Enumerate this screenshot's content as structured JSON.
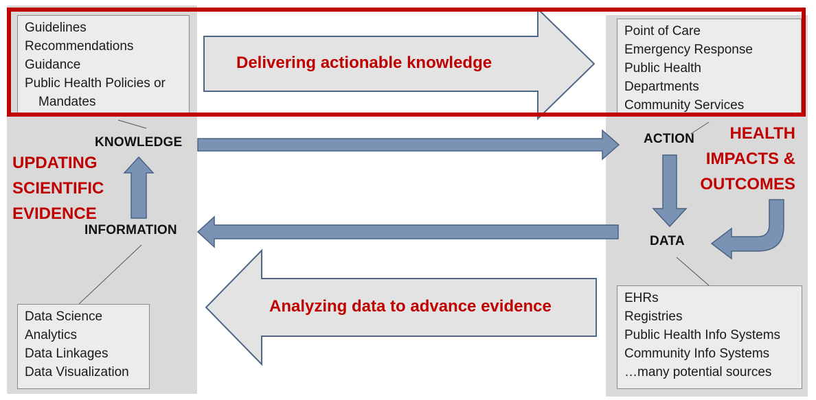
{
  "knowledge_sources": {
    "items": [
      "Guidelines",
      "Recommendations",
      "Guidance",
      "Public Health Policies or"
    ],
    "continuation": "Mandates"
  },
  "action_settings": {
    "items": [
      "Point of Care",
      "Emergency Response",
      "Public Health",
      "Departments",
      "Community Services"
    ]
  },
  "analysis_methods": {
    "items": [
      "Data Science",
      "Analytics",
      "Data Linkages",
      "Data Visualization"
    ]
  },
  "data_sources": {
    "items": [
      "EHRs",
      "Registries",
      "Public Health Info Systems",
      "Community Info Systems",
      "…many potential sources"
    ]
  },
  "nodes": {
    "knowledge": "KNOWLEDGE",
    "information": "INFORMATION",
    "action": "ACTION",
    "data": "DATA"
  },
  "labels": {
    "updating": [
      "UPDATING",
      "SCIENTIFIC",
      "EVIDENCE"
    ],
    "health": [
      "HEALTH",
      "IMPACTS &",
      "OUTCOMES"
    ],
    "delivering": "Delivering actionable knowledge",
    "analyzing": "Analyzing data to advance evidence"
  },
  "colors": {
    "panel": "#d9d9d9",
    "box": "#ececec",
    "arrow_fill": "#7a93b4",
    "arrow_stroke": "#4a6284",
    "big_arrow_fill": "#e3e3e3",
    "big_arrow_stroke": "#4f6687",
    "accent_red": "#c00000"
  }
}
